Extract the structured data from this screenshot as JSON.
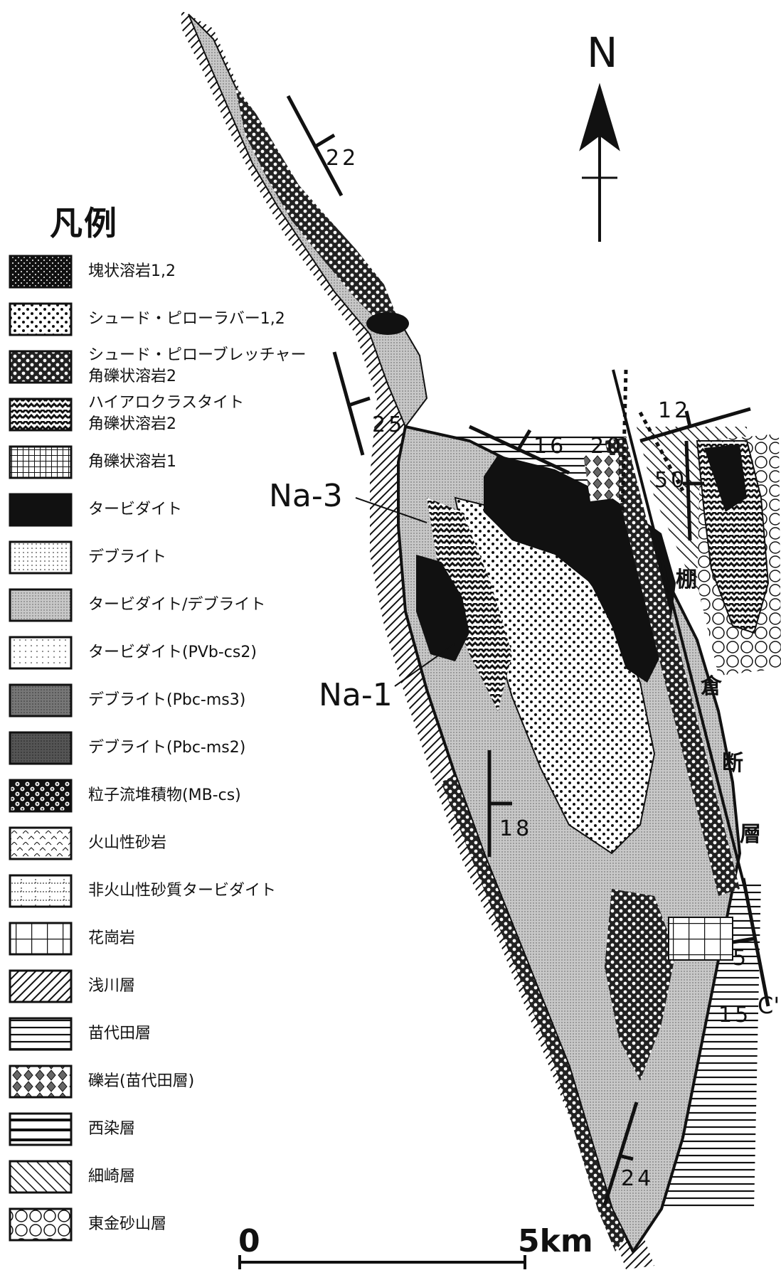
{
  "legend": {
    "title": "凡例",
    "items": [
      {
        "id": "blocky-lava",
        "lines": [
          "塊状溶岩1,2"
        ],
        "pattern": "pat-dense-dots-dark"
      },
      {
        "id": "pseudo-pillow-lava",
        "lines": [
          "シュード・ピローラバー1,2"
        ],
        "pattern": "pat-circles-light"
      },
      {
        "id": "pseudo-pillow-breccia",
        "lines": [
          "シュード・ピローブレッチャー",
          "角礫状溶岩2"
        ],
        "pattern": "pat-circles-dark"
      },
      {
        "id": "hyaloclastite",
        "lines": [
          "ハイアロクラスタイト",
          "角礫状溶岩2"
        ],
        "pattern": "pat-zigzag"
      },
      {
        "id": "brecciated-lava-1",
        "lines": [
          "角礫状溶岩1"
        ],
        "pattern": "pat-fine-grid"
      },
      {
        "id": "turbidite",
        "lines": [
          "タービダイト"
        ],
        "pattern": "pat-black"
      },
      {
        "id": "debrite",
        "lines": [
          "デブライト"
        ],
        "pattern": "pat-fine-dots"
      },
      {
        "id": "turbidite-debrite",
        "lines": [
          "タービダイト/デブライト"
        ],
        "pattern": "pat-stipple-gray"
      },
      {
        "id": "turbidite-pvb",
        "lines": [
          "タービダイト(PVb-cs2)"
        ],
        "pattern": "pat-sparse-dots"
      },
      {
        "id": "debrite-pbc-ms3",
        "lines": [
          "デブライト(Pbc-ms3)"
        ],
        "pattern": "pat-dark-gray"
      },
      {
        "id": "debrite-pbc-ms2",
        "lines": [
          "デブライト(Pbc-ms2)"
        ],
        "pattern": "pat-darker-gray"
      },
      {
        "id": "grain-flow",
        "lines": [
          "粒子流堆積物(MB-cs)"
        ],
        "pattern": "pat-checker-circles"
      },
      {
        "id": "volcanic-sandstone",
        "lines": [
          "火山性砂岩"
        ],
        "pattern": "pat-light-zigzag"
      },
      {
        "id": "nonvolcanic-sand-turbidite",
        "lines": [
          "非火山性砂質タービダイト"
        ],
        "pattern": "pat-dot-brick"
      },
      {
        "id": "granite",
        "lines": [
          "花崗岩"
        ],
        "pattern": "pat-grid"
      },
      {
        "id": "asakawa",
        "lines": [
          "浅川層"
        ],
        "pattern": "pat-diag"
      },
      {
        "id": "naeshirota",
        "lines": [
          "苗代田層"
        ],
        "pattern": "pat-hlines"
      },
      {
        "id": "conglomerate",
        "lines": [
          "礫岩(苗代田層)"
        ],
        "pattern": "pat-diamonds"
      },
      {
        "id": "nishisome",
        "lines": [
          "西染層"
        ],
        "pattern": "pat-thick-hlines"
      },
      {
        "id": "hosozaki",
        "lines": [
          "細崎層"
        ],
        "pattern": "pat-diag-back"
      },
      {
        "id": "higashikanasunayama",
        "lines": [
          "東金砂山層"
        ],
        "pattern": "pat-open-circles"
      }
    ]
  },
  "map": {
    "north_label": "N",
    "sites": {
      "na3": "Na-3",
      "na1": "Na-1"
    },
    "dips": {
      "d22": "22",
      "d25": "25",
      "d16": "16",
      "d20": "20",
      "d12": "12",
      "d50": "50",
      "d18": "18",
      "d5": "5",
      "d15": "15",
      "d24": "24"
    },
    "section_label": "C'",
    "fault_chars": [
      "棚",
      "倉",
      "断",
      "層"
    ],
    "scale": {
      "start": "0",
      "end": "5km"
    }
  },
  "colors": {
    "ink": "#111111",
    "gray": "#bdbdbd",
    "paper": "#ffffff"
  }
}
